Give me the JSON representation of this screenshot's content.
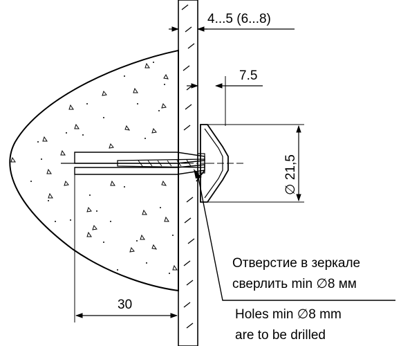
{
  "dimensions": {
    "wall_thickness": "4...5 (6...8)",
    "head_offset": "7.5",
    "head_diameter": "∅ 21,5",
    "anchor_depth": "30"
  },
  "notes": {
    "ru_line1": "Отверстие в зеркале",
    "ru_line2": "сверлить min ∅8 мм",
    "en_line1": "Holes min ∅8 mm",
    "en_line2": "are to be drilled"
  }
}
